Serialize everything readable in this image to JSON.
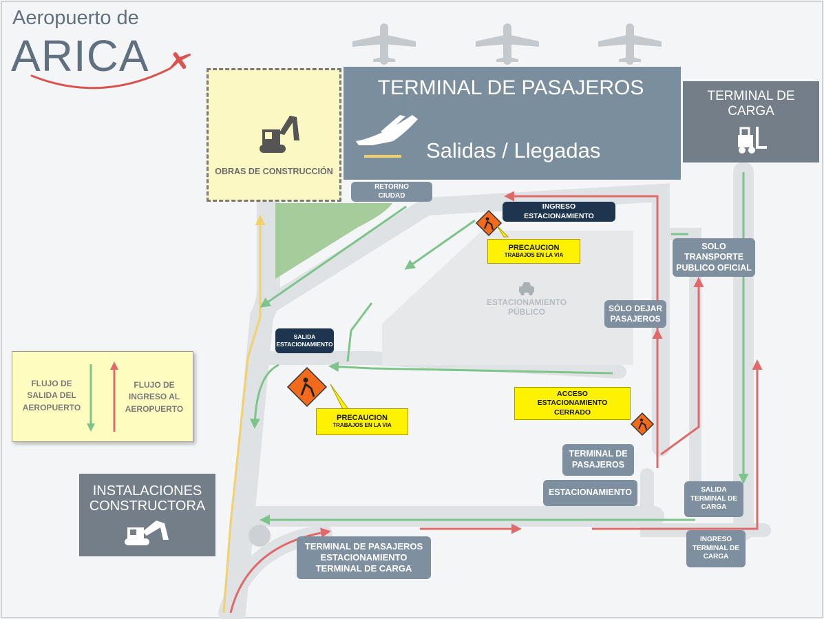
{
  "logo": {
    "line1": "Aeropuerto de",
    "line2": "ARICA",
    "colors": {
      "text": "#5f7080",
      "accent": "#d9534f"
    }
  },
  "terminal": {
    "title": "TERMINAL DE PASAJEROS",
    "subtitle": "Salidas / Llegadas",
    "icon": "plane-icon"
  },
  "cargo": {
    "title_line1": "TERMINAL DE",
    "title_line2": "CARGA",
    "icon": "forklift-icon"
  },
  "construction": {
    "label": "OBRAS DE CONSTRUCCIÓN",
    "icon": "excavator-icon"
  },
  "contractor": {
    "line1": "INSTALACIONES",
    "line2": "CONSTRUCTORA",
    "icon": "excavator-icon"
  },
  "parking": {
    "line1": "ESTACIONAMIENTO",
    "line2": "PÚBLICO",
    "icon": "car-icon"
  },
  "signs": {
    "retorno": {
      "line1": "RETORNO",
      "line2": "CIUDAD"
    },
    "ingreso_est": {
      "line1": "INGRESO",
      "line2": "ESTACIONAMIENTO"
    },
    "solo_transporte": {
      "line1": "SOLO",
      "line2": "TRANSPORTE",
      "line3": "PUBLICO OFICIAL"
    },
    "solo_dejar": {
      "line1": "SÓLO DEJAR",
      "line2": "PASAJEROS"
    },
    "salida_est": {
      "line1": "SALIDA",
      "line2": "ESTACIONAMIENTO"
    },
    "acceso_cerrado": {
      "line1": "ACCESO",
      "line2": "ESTACIONAMIENTO",
      "line3": "CERRADO"
    },
    "terminal_pas": {
      "line1": "TERMINAL DE",
      "line2": "PASAJEROS"
    },
    "estacionamiento": {
      "line1": "ESTACIONAMIENTO"
    },
    "salida_carga": {
      "line1": "SALIDA",
      "line2": "TERMINAL DE",
      "line3": "CARGA"
    },
    "ingreso_carga": {
      "line1": "INGRESO",
      "line2": "TERMINAL DE",
      "line3": "CARGA"
    },
    "bottom": {
      "line1": "TERMINAL DE PASAJEROS",
      "line2": "ESTACIONAMIENTO",
      "line3": "TERMINAL DE CARGA"
    }
  },
  "cautions": [
    {
      "title": "PRECAUCION",
      "subtitle": "TRABAJOS EN LA VIA"
    },
    {
      "title": "PRECAUCION",
      "subtitle": "TRABAJOS EN LA VIA"
    }
  ],
  "legend": {
    "exit_line1": "FLUJO DE",
    "exit_line2": "SALIDA DEL",
    "exit_line3": "AEROPUERTO",
    "entry_line1": "FLUJO DE",
    "entry_line2": "INGRESO AL",
    "entry_line3": "AEROPUERTO",
    "colors": {
      "exit": "#7cc48a",
      "entry": "#e06a6a",
      "background": "#fffcc0"
    }
  },
  "colors": {
    "slate": "#7e90a0",
    "navy": "#1e3550",
    "caution": "#fff200",
    "work_sign": "#f26b1d",
    "road": "#d9dde1",
    "green_area": "#7fbf6e"
  }
}
